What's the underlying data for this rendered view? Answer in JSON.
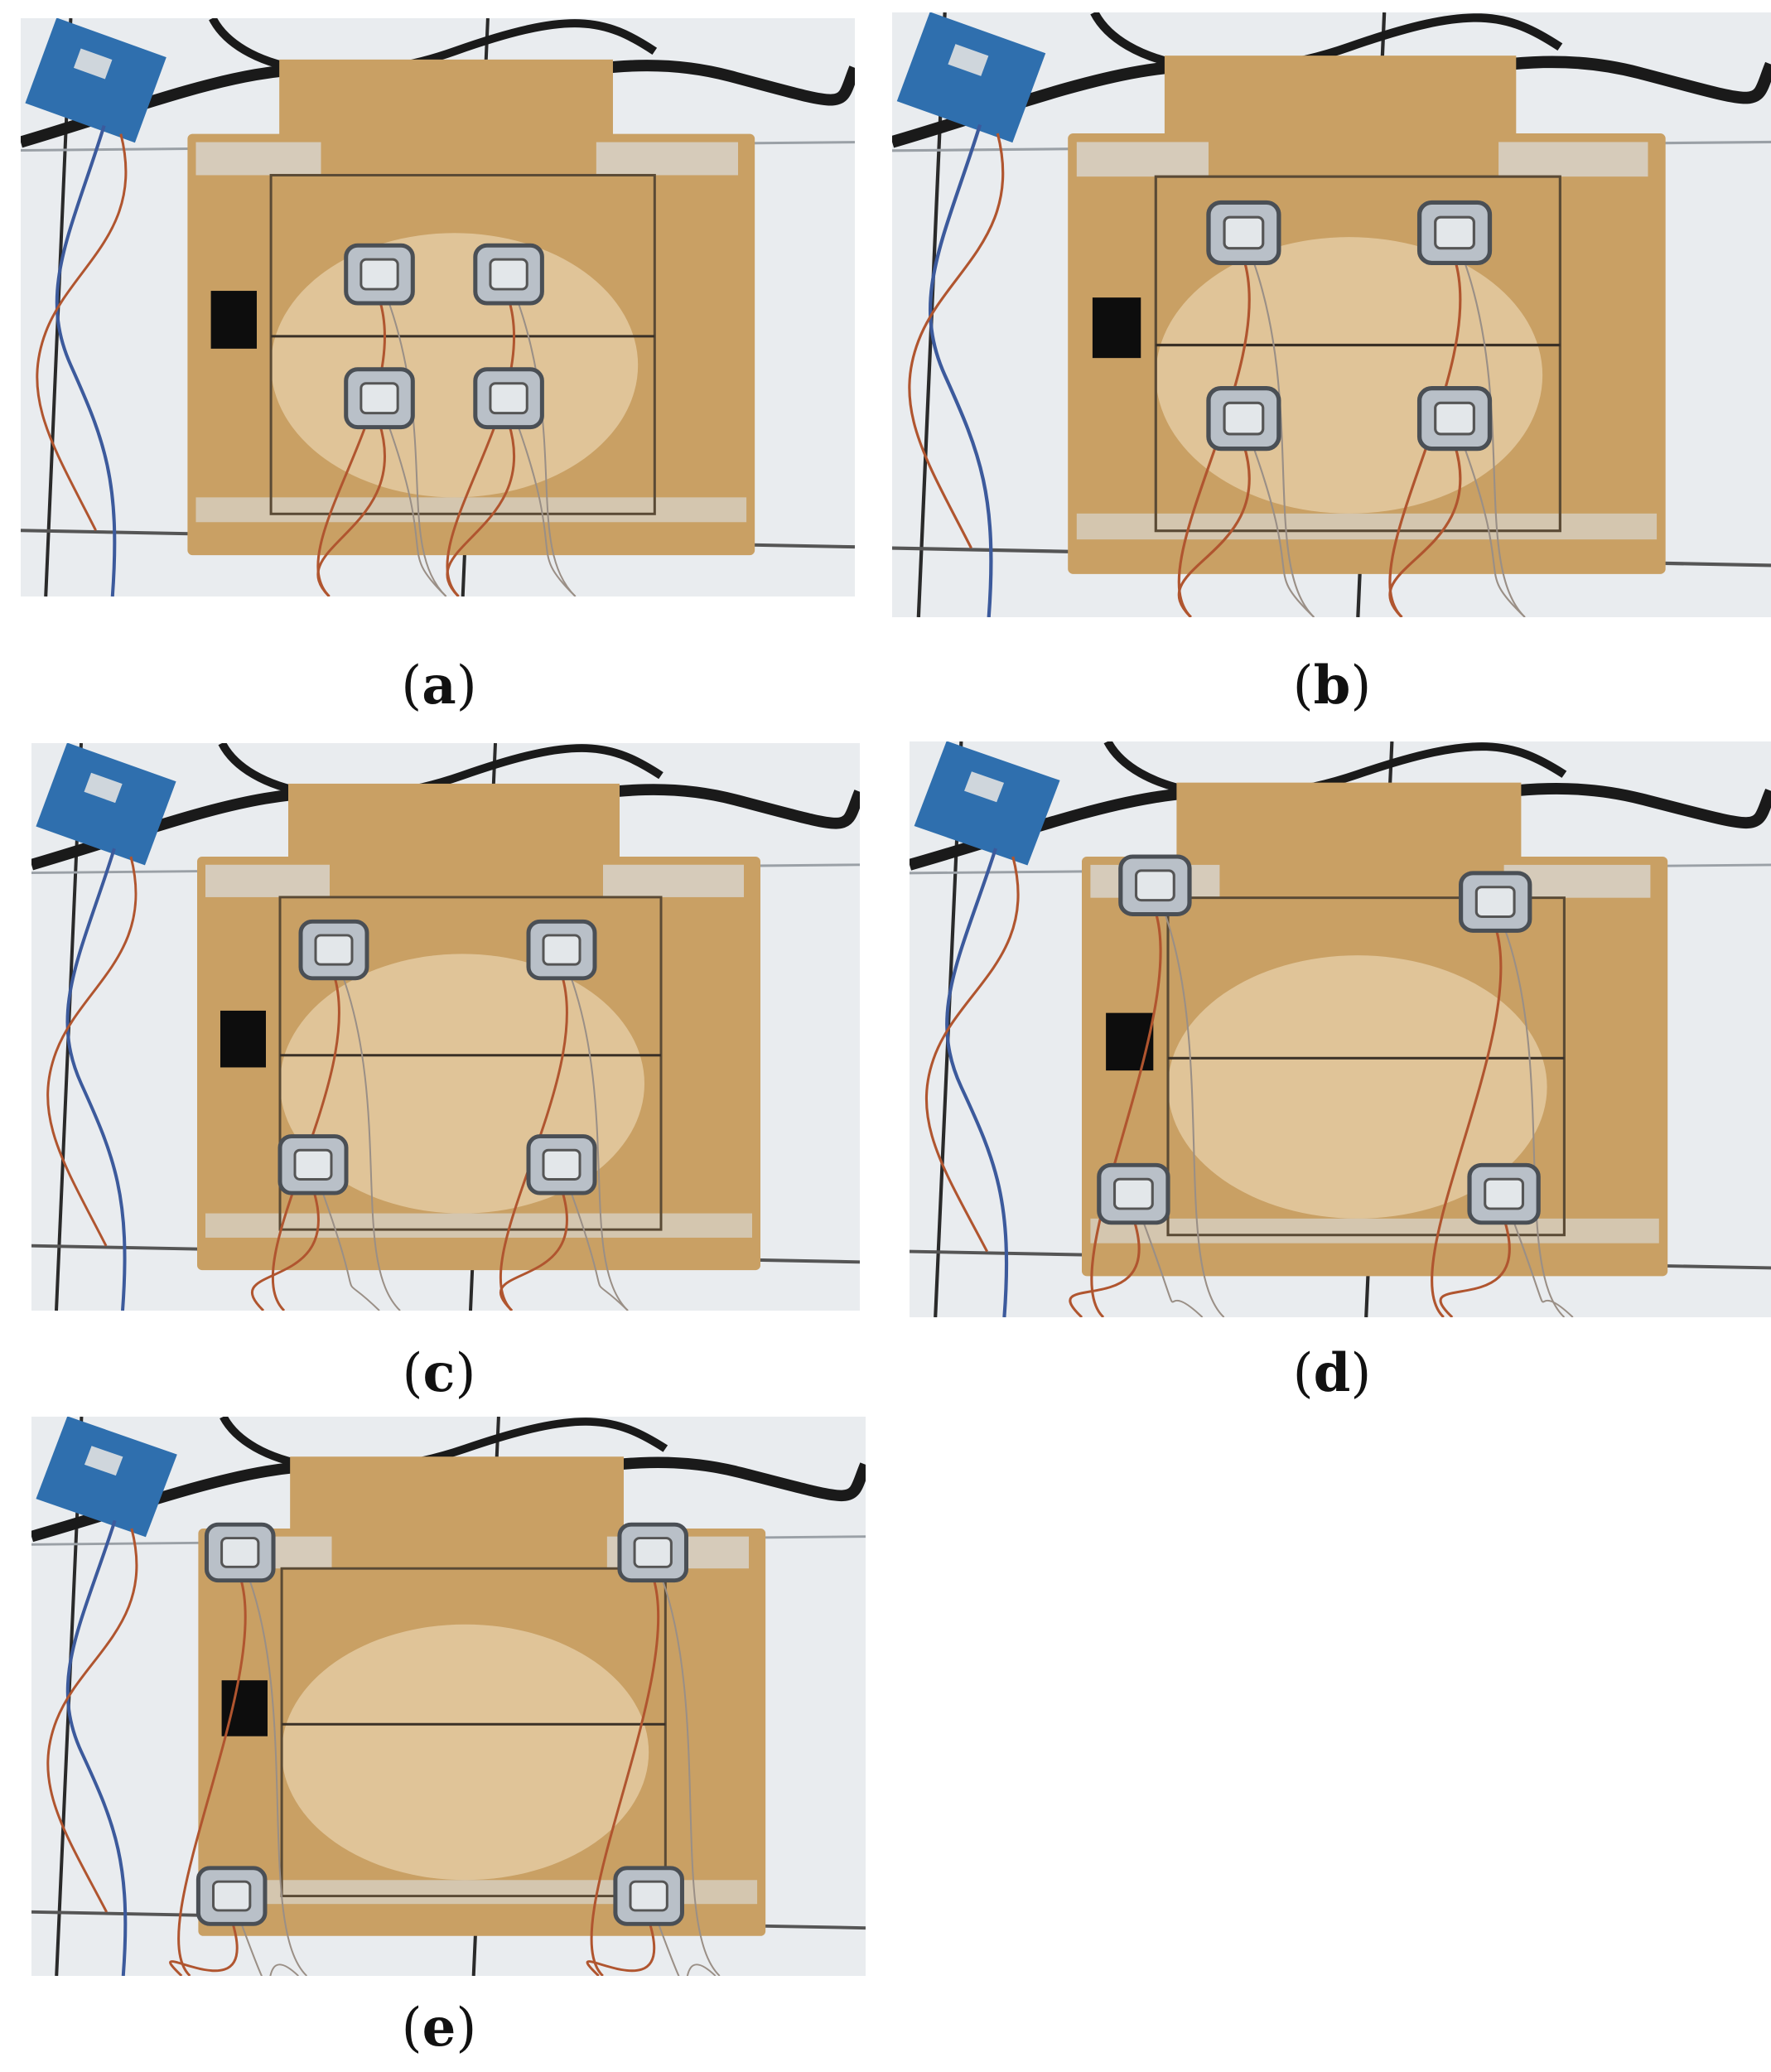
{
  "figure": {
    "panels": [
      {
        "id": "a",
        "label": "a",
        "sensor_layout": "center-close",
        "photo_subject": "cardboard-board-with-four-load-cells-and-microcontroller"
      },
      {
        "id": "b",
        "label": "b",
        "sensor_layout": "center-wide",
        "photo_subject": "cardboard-board-with-four-load-cells-and-microcontroller"
      },
      {
        "id": "c",
        "label": "c",
        "sensor_layout": "mid-spread",
        "photo_subject": "cardboard-board-with-four-load-cells-and-microcontroller"
      },
      {
        "id": "d",
        "label": "d",
        "sensor_layout": "near-corners",
        "photo_subject": "cardboard-board-with-four-load-cells-and-microcontroller"
      },
      {
        "id": "e",
        "label": "e",
        "sensor_layout": "corners",
        "photo_subject": "cardboard-board-with-four-load-cells-and-microcontroller"
      }
    ],
    "colors": {
      "floor_tile": "#e9ecef",
      "cardboard": "#c9a064",
      "cardboard_dark": "#a9814a",
      "tape": "#d9d6cf",
      "cable_black": "#1a1a1a",
      "wire_red": "#b0552f",
      "wire_blue": "#3c5a9c",
      "board_blue": "#2f6fae",
      "sensor_metal": "#b9c0c8"
    },
    "icons": [
      "load-cell-icon",
      "microcontroller-icon"
    ]
  }
}
